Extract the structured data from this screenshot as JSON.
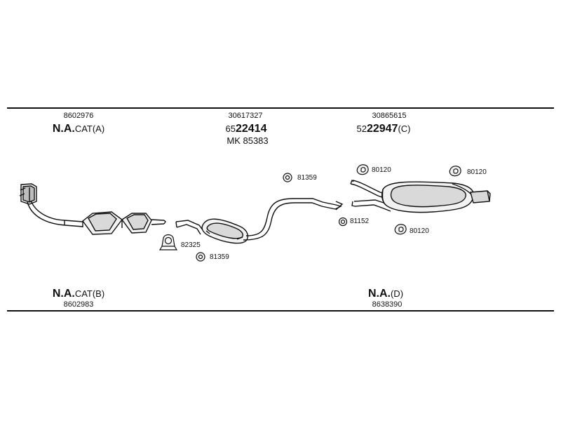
{
  "top_labels": {
    "left": {
      "part_number": "8602976",
      "main": "N.A.",
      "suffix": "CAT(A)"
    },
    "center": {
      "part_number": "30617327",
      "prefix": "65",
      "main": "22414",
      "secondary_prefix": "MK",
      "secondary_value": "85383"
    },
    "right": {
      "part_number": "30865615",
      "prefix": "52",
      "main": "22947",
      "suffix": "(C)"
    }
  },
  "bottom_labels": {
    "left": {
      "main": "N.A.",
      "suffix": "CAT(B)",
      "part_number": "8602983"
    },
    "right": {
      "main": "N.A.",
      "suffix": "(D)",
      "part_number": "8638390"
    }
  },
  "callouts": {
    "clamp_82325": "82325",
    "ring_81359_lower": "81359",
    "ring_81359_upper": "81359",
    "gasket_81152": "81152",
    "hanger_80120_left": "80120",
    "hanger_80120_right": "80120",
    "hanger_80120_lower": "80120"
  },
  "colors": {
    "line": "#111111",
    "fill_light": "#f2f2f2",
    "fill_mid": "#d9d9d9",
    "fill_dark": "#bdbdbd"
  }
}
